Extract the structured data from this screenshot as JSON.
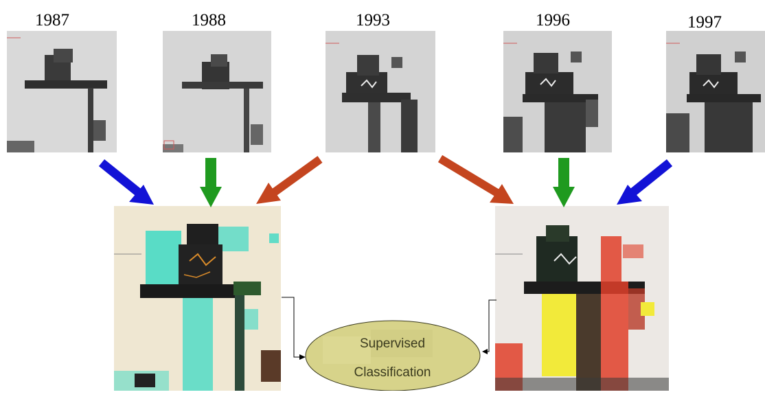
{
  "years": [
    "1987",
    "1988",
    "1993",
    "1996",
    "1997"
  ],
  "process": {
    "line1": "Supervised",
    "line2": "Classification"
  },
  "colors": {
    "blue_arrow": "#1212d6",
    "green_arrow": "#1f9a1f",
    "red_arrow": "#c4451f",
    "oval_fill": "#d7d38a",
    "composite_cyan": "#3ed9c4",
    "composite_red": "#e0402a",
    "composite_yellow": "#f2ea3a"
  }
}
